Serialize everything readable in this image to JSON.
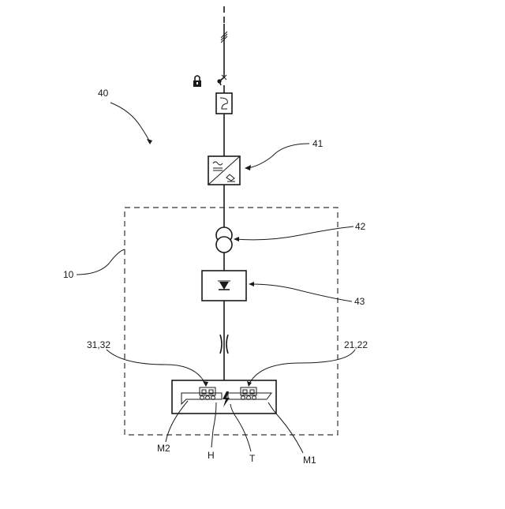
{
  "labels": {
    "system": "40",
    "converter": "41",
    "transformer": "42",
    "rectifier": "43",
    "enclosure": "10",
    "left_contacts": "31,32",
    "right_contacts": "21,22",
    "m2": "M2",
    "h": "H",
    "t": "T",
    "m1": "M1"
  }
}
